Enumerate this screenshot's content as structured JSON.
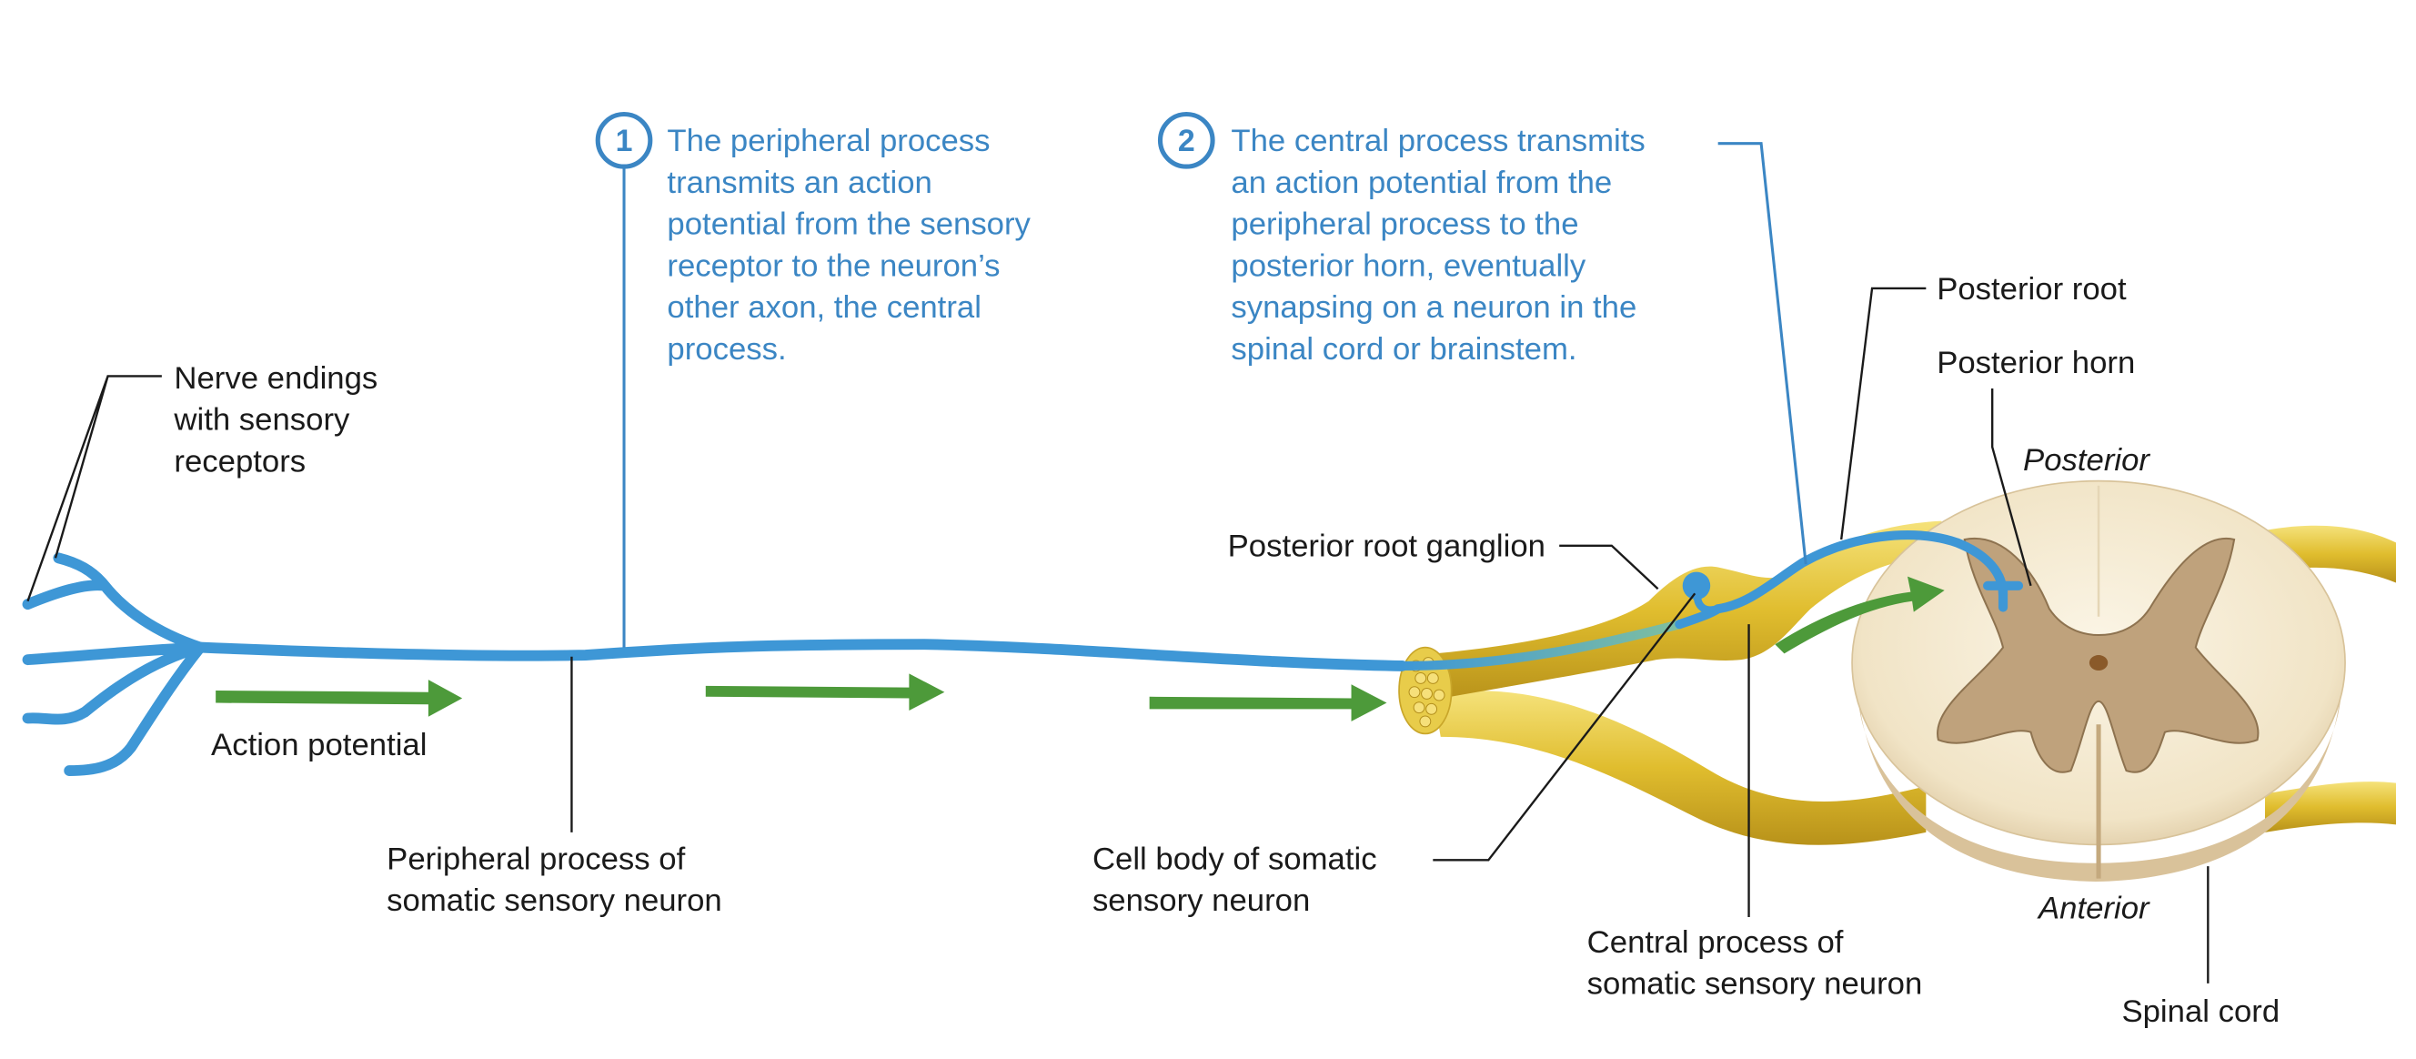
{
  "title": "Somatic sensory neuron pathway",
  "colors": {
    "neuron": "#3e97d6",
    "callout": "#3b86c4",
    "arrow": "#4d9a3a",
    "nerve": "#e2c23a",
    "gray_matter": "#bfa27c",
    "white_matter": "#f3e8cf"
  },
  "steps": [
    {
      "number": "1",
      "lines": [
        "The peripheral process",
        "transmits an action",
        "potential from the sensory",
        "receptor to the neuron’s",
        "other axon, the central",
        "process."
      ]
    },
    {
      "number": "2",
      "lines": [
        "The central process transmits",
        "an action potential from the",
        "peripheral process to the",
        "posterior horn, eventually",
        "synapsing on a neuron in the",
        "spinal cord or brainstem."
      ]
    }
  ],
  "labels": {
    "nerve_endings": [
      "Nerve endings",
      "with sensory",
      "receptors"
    ],
    "action_potential": "Action potential",
    "peripheral_process": [
      "Peripheral process of",
      "somatic sensory neuron"
    ],
    "cell_body": [
      "Cell body of somatic",
      "sensory neuron"
    ],
    "posterior_root_ganglion": "Posterior root ganglion",
    "posterior_root": "Posterior root",
    "posterior_horn": "Posterior horn",
    "posterior": "Posterior",
    "anterior": "Anterior",
    "central_process": [
      "Central process of",
      "somatic sensory neuron"
    ],
    "spinal_cord": "Spinal cord"
  },
  "icons": {
    "arrow": "action-potential-arrow",
    "step_badge": "numbered-circle"
  }
}
